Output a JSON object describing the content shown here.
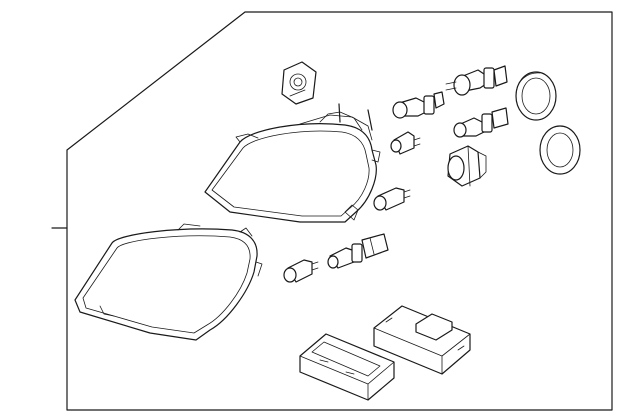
{
  "diagram": {
    "parts": [
      {
        "id": "headlamp-assembly",
        "label": ""
      },
      {
        "id": "lens-cover",
        "label": ""
      },
      {
        "id": "bulb-socket",
        "label": ""
      },
      {
        "id": "halogen-bulb-large",
        "label": ""
      },
      {
        "id": "halogen-bulb-h7",
        "label": ""
      },
      {
        "id": "halogen-bulb-small",
        "label": ""
      },
      {
        "id": "rubber-seal-ring",
        "label": ""
      },
      {
        "id": "cap-seal-ring",
        "label": ""
      },
      {
        "id": "wedge-bulb-upper",
        "label": ""
      },
      {
        "id": "twist-socket",
        "label": ""
      },
      {
        "id": "amber-bulb",
        "label": ""
      },
      {
        "id": "side-marker-bulb",
        "label": ""
      },
      {
        "id": "side-bulb-with-socket",
        "label": ""
      },
      {
        "id": "xenon-ballast-module",
        "label": ""
      },
      {
        "id": "control-unit",
        "label": ""
      }
    ],
    "colors": {
      "stroke": "#1a1a1a",
      "background": "#ffffff"
    }
  }
}
